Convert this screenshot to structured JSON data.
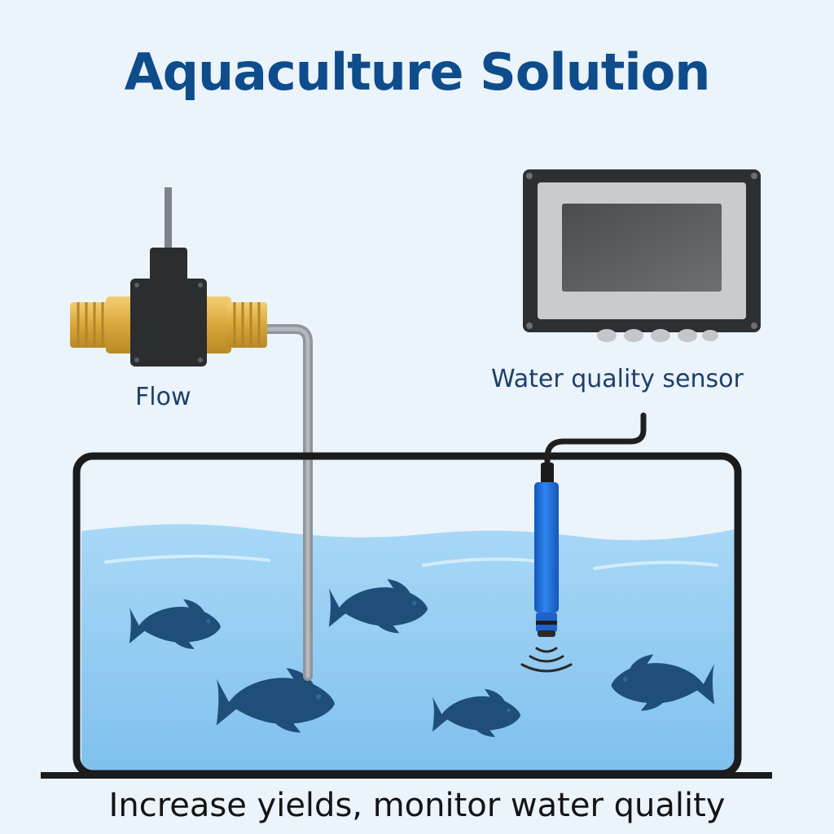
{
  "title": "Aquaculture Solution",
  "flow_label": "Flow",
  "sensor_label": "Water quality sensor",
  "tagline": "Increase yields, monitor water quality",
  "colors": {
    "background": "#ebf3fb",
    "title": "#0e4c8c",
    "water": "#8ecaf1",
    "fish": "#1f4f78",
    "brass": "#d8a93a",
    "probe": "#1f6fd8",
    "tank_frame": "#1b1b1b"
  },
  "icons": [
    "flow-meter-icon",
    "monitor-icon",
    "probe-icon",
    "fish-icon",
    "signal-waves-icon"
  ]
}
